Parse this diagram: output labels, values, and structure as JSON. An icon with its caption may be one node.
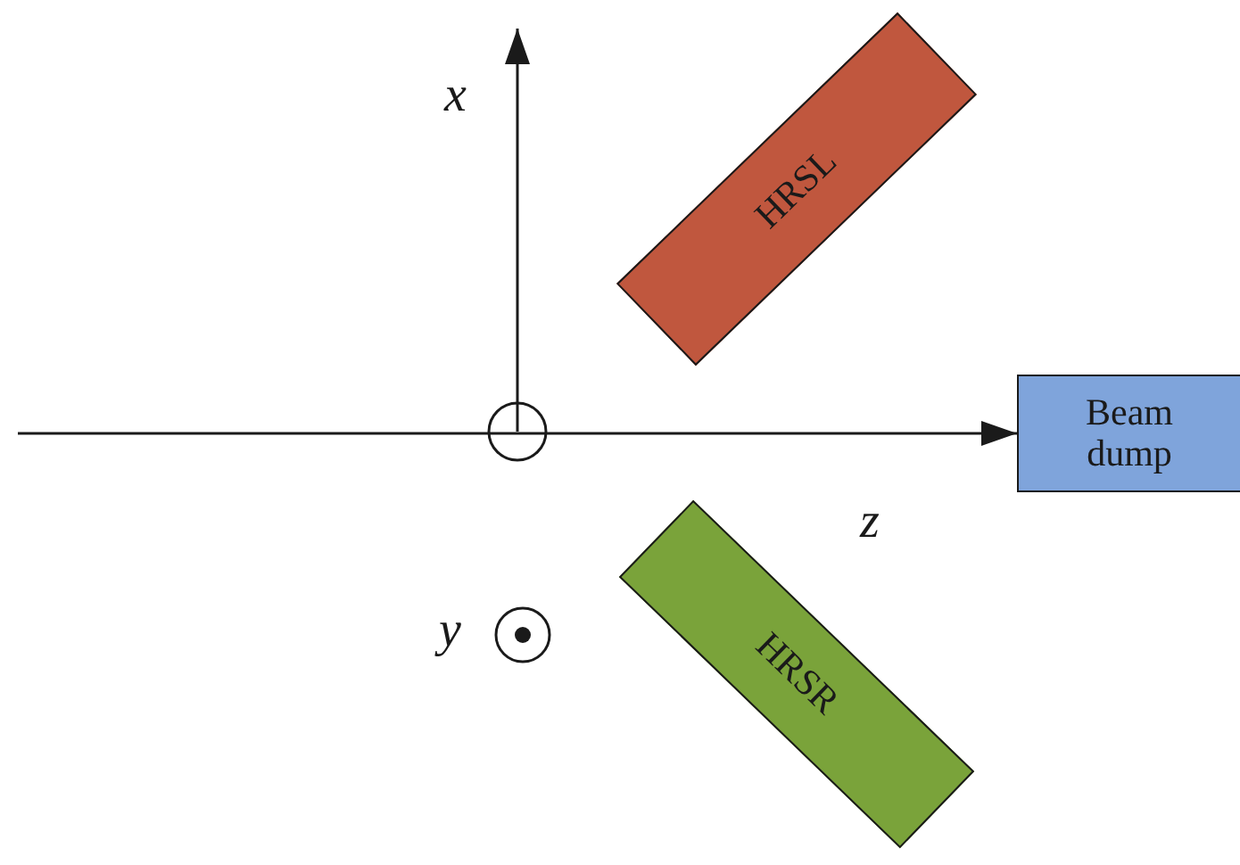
{
  "diagram": {
    "nodes": [
      {
        "text": [
          "HRSL"
        ]
      },
      {
        "text": [
          "HRSR"
        ]
      },
      {
        "text": [
          "Beam dump"
        ]
      }
    ],
    "edges": [
      {
        "from": null,
        "to": 2,
        "arrow": "to"
      }
    ],
    "labels": [
      "x",
      "z",
      "y"
    ]
  }
}
